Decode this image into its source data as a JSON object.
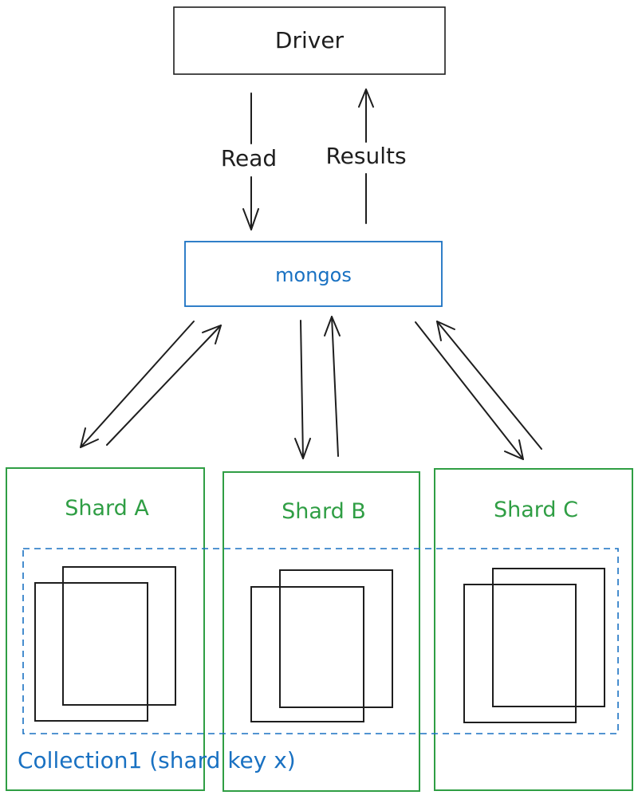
{
  "driver": {
    "label": "Driver"
  },
  "arrows": {
    "read_label": "Read",
    "results_label": "Results"
  },
  "router": {
    "label": "mongos"
  },
  "shards": [
    {
      "label": "Shard A"
    },
    {
      "label": "Shard B"
    },
    {
      "label": "Shard C"
    }
  ],
  "collection": {
    "label": "Collection1 (shard key x)"
  },
  "colors": {
    "blue": "#1971c2",
    "green": "#2f9e44",
    "ink": "#1e1e1e"
  }
}
